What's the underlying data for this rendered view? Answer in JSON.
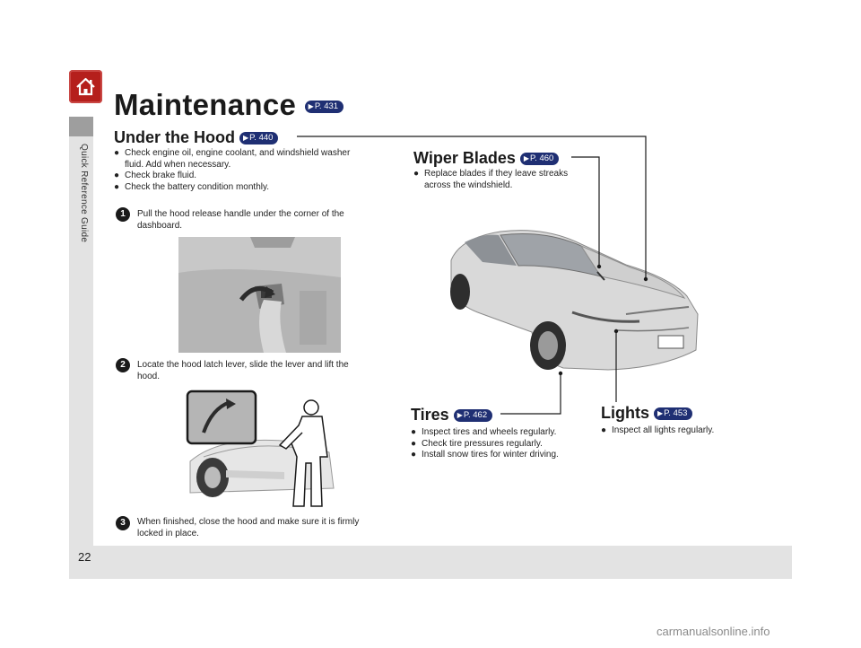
{
  "sidebar": {
    "label": "Quick Reference Guide"
  },
  "page": {
    "number": "22"
  },
  "main": {
    "title": "Maintenance",
    "ref": "P. 431"
  },
  "hood": {
    "title": "Under the Hood",
    "ref": "P. 440",
    "bullets": [
      "Check engine oil, engine coolant, and windshield washer",
      "fluid. Add when necessary.",
      "Check brake fluid.",
      "Check the battery condition monthly."
    ],
    "steps": [
      {
        "num": "1",
        "line1": "Pull the hood release handle under the corner of the",
        "line2": "dashboard."
      },
      {
        "num": "2",
        "line1": "Locate the hood latch lever, slide the lever and lift the",
        "line2": "hood."
      },
      {
        "num": "3",
        "line1": "When finished, close the hood and make sure it is firmly",
        "line2": "locked in place."
      }
    ]
  },
  "wipers": {
    "title": "Wiper Blades",
    "ref": "P. 460",
    "bullets": [
      "Replace blades if they leave streaks",
      "across the windshield."
    ]
  },
  "tires": {
    "title": "Tires",
    "ref": "P. 462",
    "bullets": [
      "Inspect tires and wheels regularly.",
      "Check tire pressures regularly.",
      "Install snow tires for winter driving."
    ]
  },
  "lights": {
    "title": "Lights",
    "ref": "P. 453",
    "bullets": [
      "Inspect all lights regularly."
    ]
  },
  "footer": {
    "watermark": "carmanualsonline.info"
  },
  "colors": {
    "home": "#b51f1c",
    "pageref": "#1f2f73",
    "panel": "#e3e3e3"
  }
}
